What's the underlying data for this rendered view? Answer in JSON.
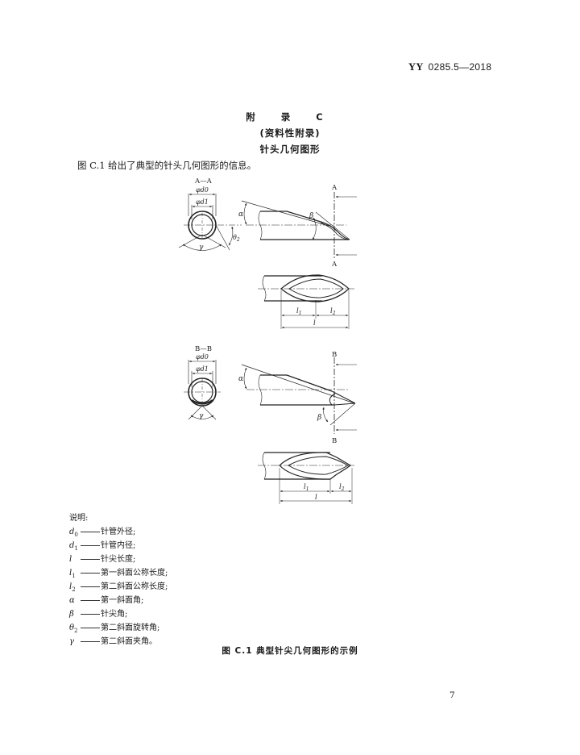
{
  "header": {
    "standard_prefix": "YY",
    "standard_number": "0285.5—2018"
  },
  "annex": {
    "heading": "附 录 C",
    "type": "(资料性附录)",
    "title": "针头几何图形"
  },
  "intro_text": "图 C.1 给出了典型的针头几何图形的信息。",
  "figure": {
    "view_a": {
      "section_label": "A—A",
      "outer_dia_label": "φd0",
      "inner_dia_label": "φd1",
      "cut_marker_top": "A",
      "cut_marker_bottom": "A",
      "angle_labels": [
        "α",
        "β",
        "θ2",
        "γ"
      ],
      "length_labels": [
        "l1",
        "l2",
        "l"
      ]
    },
    "view_b": {
      "section_label": "B—B",
      "outer_dia_label": "φd0",
      "inner_dia_label": "φd1",
      "cut_marker_top": "B",
      "cut_marker_bottom": "B",
      "angle_labels": [
        "α",
        "β",
        "γ"
      ],
      "length_labels": [
        "l1",
        "l2",
        "l"
      ]
    },
    "caption": "图 C.1  典型针尖几何图形的示例"
  },
  "legend": {
    "title": "说明:",
    "items": [
      {
        "symbol": "d",
        "sub": "0",
        "text": "针管外径;"
      },
      {
        "symbol": "d",
        "sub": "1",
        "text": "针管内径;"
      },
      {
        "symbol": "l",
        "sub": "",
        "text": "针尖长度;"
      },
      {
        "symbol": "l",
        "sub": "1",
        "text": "第一斜面公称长度;"
      },
      {
        "symbol": "l",
        "sub": "2",
        "text": "第二斜面公称长度;"
      },
      {
        "symbol": "α",
        "sub": "",
        "text": "第一斜面角;"
      },
      {
        "symbol": "β",
        "sub": "",
        "text": "针尖角;"
      },
      {
        "symbol": "θ",
        "sub": "2",
        "text": "第二斜面旋转角;"
      },
      {
        "symbol": "γ",
        "sub": "",
        "text": "第二斜面夹角。"
      }
    ]
  },
  "page_number": "7"
}
